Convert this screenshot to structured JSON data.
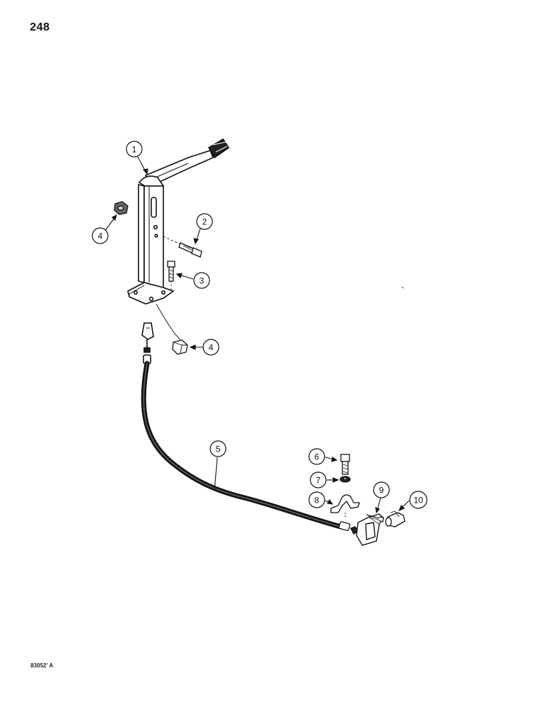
{
  "page_number": "248",
  "figure_code": "83052' A",
  "callouts": [
    {
      "id": "c1",
      "label": "1"
    },
    {
      "id": "c2",
      "label": "2"
    },
    {
      "id": "c3",
      "label": "3"
    },
    {
      "id": "c4a",
      "label": "4"
    },
    {
      "id": "c4b",
      "label": "4"
    },
    {
      "id": "c5",
      "label": "5"
    },
    {
      "id": "c6",
      "label": "6"
    },
    {
      "id": "c7",
      "label": "7"
    },
    {
      "id": "c8",
      "label": "8"
    },
    {
      "id": "c9",
      "label": "9"
    },
    {
      "id": "c10",
      "label": "10"
    }
  ]
}
